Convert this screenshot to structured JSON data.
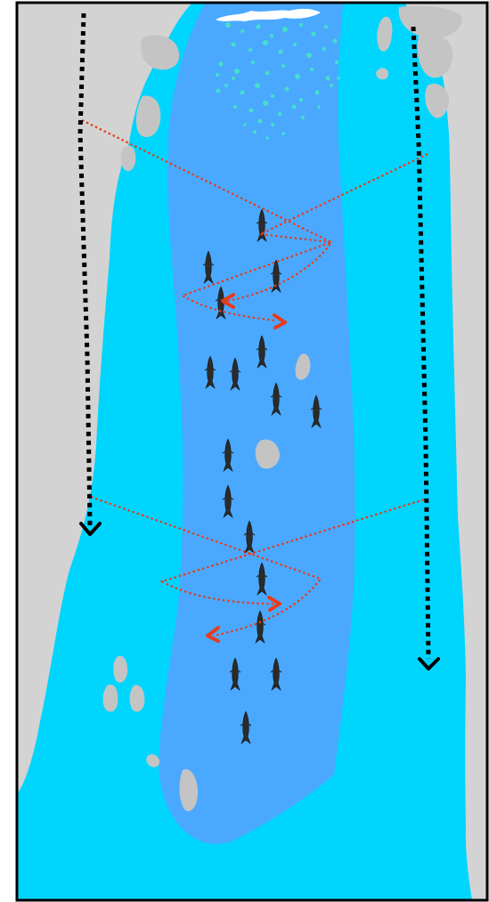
{
  "diagram": {
    "kind": "river-fish-migration-illustration",
    "colors": {
      "bank": "#d3d3d3",
      "rock": "#c4c4c4",
      "river_shallow": "#00d5fe",
      "river_channel": "#4aa9fe",
      "foam": "#ffffff",
      "bubble": "#44e0c8",
      "fish": "#2b2b2b",
      "black_path": "#000000",
      "red_path": "#e83a1a",
      "border": "#000000"
    },
    "fish_count": 18,
    "paths": {
      "black": [
        "left-bank-downstream",
        "right-bank-downstream"
      ],
      "red": [
        "upper-zigzag",
        "lower-zigzag"
      ]
    }
  }
}
